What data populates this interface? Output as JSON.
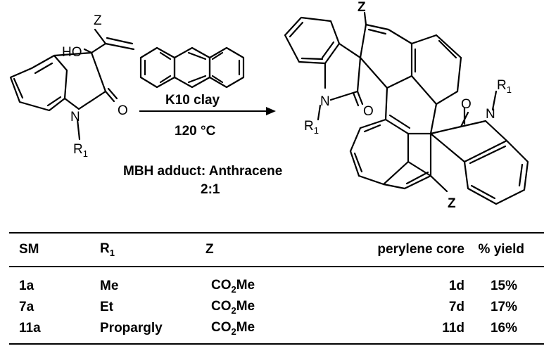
{
  "reaction": {
    "reactant_labels": {
      "z": "Z",
      "ho": "HO",
      "o": "O",
      "n": "N",
      "r": "R",
      "r_sub": "1"
    },
    "reagent": "K10 clay",
    "temperature": "120 °C",
    "ratio_caption": "MBH adduct: Anthracene",
    "ratio_value": "2:1",
    "product_labels": {
      "z": "Z",
      "o": "O",
      "n": "N",
      "r": "R",
      "r_sub": "1"
    }
  },
  "table": {
    "headers": {
      "sm": "SM",
      "r1": "R",
      "r1_sub": "1",
      "z": "Z",
      "core": "perylene core",
      "yield": "% yield"
    },
    "rows": [
      {
        "sm": "1a",
        "r1": "Me",
        "z_a": "CO",
        "z_sub": "2",
        "z_b": "Me",
        "core": "1d",
        "yield": "15%"
      },
      {
        "sm": "7a",
        "r1": "Et",
        "z_a": "CO",
        "z_sub": "2",
        "z_b": "Me",
        "core": "7d",
        "yield": "17%"
      },
      {
        "sm": "11a",
        "r1": "Propargly",
        "z_a": "CO",
        "z_sub": "2",
        "z_b": "Me",
        "core": "11d",
        "yield": "16%"
      }
    ]
  }
}
